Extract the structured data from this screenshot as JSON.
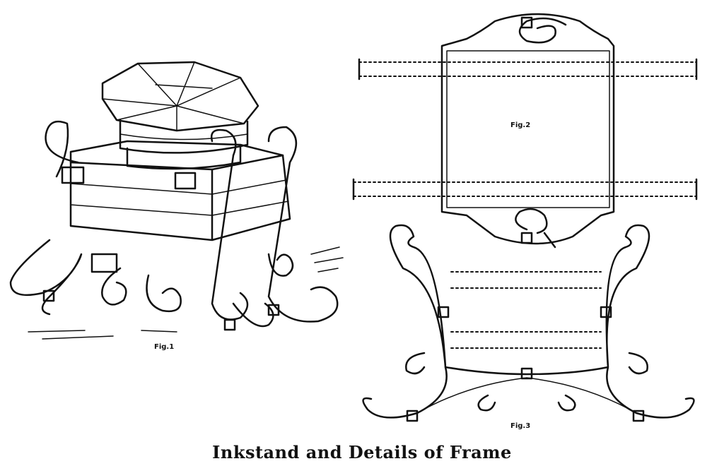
{
  "figures": [
    {
      "id": "fig1",
      "label": "Fig.1"
    },
    {
      "id": "fig2",
      "label": "Fig.2"
    },
    {
      "id": "fig3",
      "label": "Fig.3"
    }
  ],
  "caption": "Inkstand and Details of Frame",
  "colors": {
    "ink": "#111111",
    "paper": "#ffffff"
  }
}
